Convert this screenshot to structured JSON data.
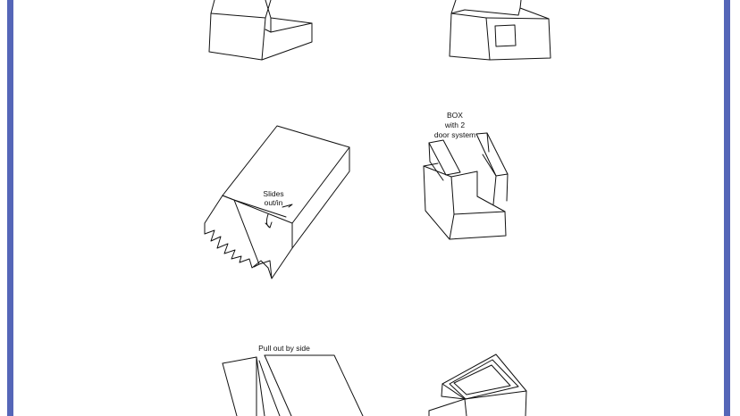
{
  "colors": {
    "border": "#5566b8",
    "line": "#111111",
    "background": "#ffffff"
  },
  "labels": {
    "slides": [
      "Slides",
      "out/in"
    ],
    "box_door": [
      "BOX",
      "with 2",
      "door system"
    ],
    "pull_out": "Pull out by side"
  }
}
